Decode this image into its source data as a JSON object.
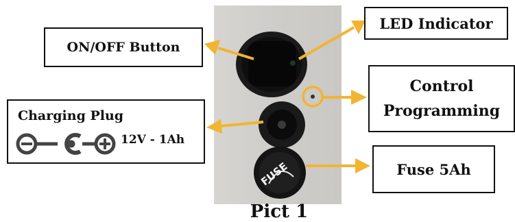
{
  "labels": {
    "onoff": "ON/OFF Button",
    "led": "LED Indicator",
    "control_line1": "Control",
    "control_line2": "Programming",
    "charging_title": "Charging Plug",
    "charging_spec": "12V - 1Ah",
    "fuse": "Fuse 5Ah",
    "fuse_cap_text": "FUSE"
  },
  "caption": "Pict 1",
  "colors": {
    "arrow": "#f2b431",
    "panel": "#cfcecb",
    "label_border": "#111111"
  },
  "icons": [
    "polarity-negative-icon",
    "polarity-center-icon",
    "polarity-positive-icon"
  ]
}
